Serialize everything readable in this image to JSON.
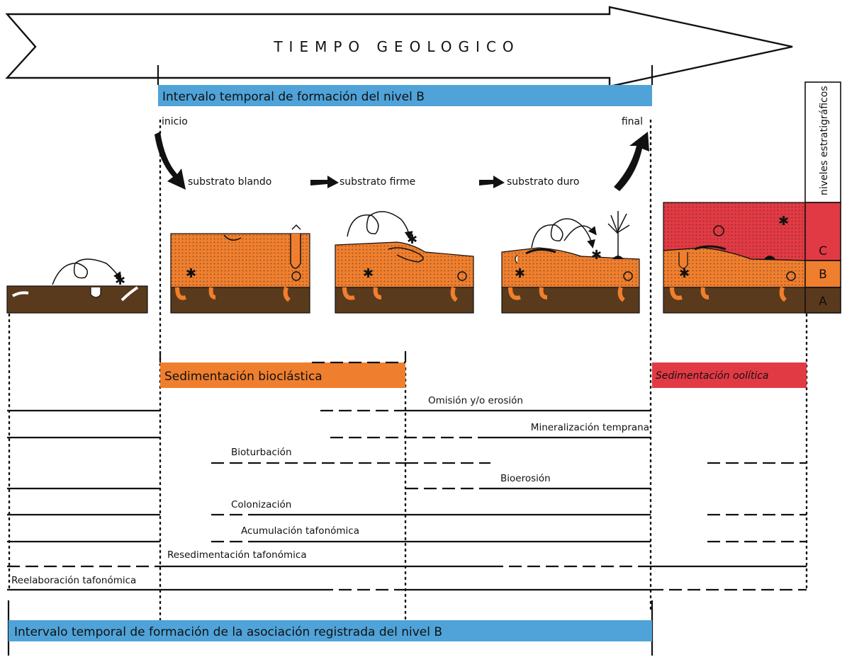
{
  "title": "TIEMPO GEOLOGICO",
  "interval_top": "Intervalo temporal de formación del nivel B",
  "interval_bottom": "Intervalo temporal de formación de la asociación registrada del nivel B",
  "start_label": "inicio",
  "end_label": "final",
  "substrates": {
    "soft": "substrato blando",
    "firm": "substrato firme",
    "hard": "substrato duro"
  },
  "levels": {
    "header": "niveles estratigráficos",
    "a": "A",
    "b": "B",
    "c": "C"
  },
  "sedimentation": {
    "bioclastic": "Sedimentación bioclástica",
    "oolitic": "Sedimentación oolítica"
  },
  "processes": {
    "omission": "Omisión y/o erosión",
    "mineralization": "Mineralización temprana",
    "bioturbation": "Bioturbación",
    "bioerosion": "Bioerosión",
    "colonization": "Colonización",
    "accumulation": "Acumulación tafonómica",
    "resedimentation": "Resedimentación tafonómica",
    "reworking": "Reelaboración tafonómica"
  },
  "colors": {
    "blue": "#4fa3d8",
    "orange": "#ef7f2e",
    "red": "#e23a45",
    "brown": "#5a3a1c"
  }
}
